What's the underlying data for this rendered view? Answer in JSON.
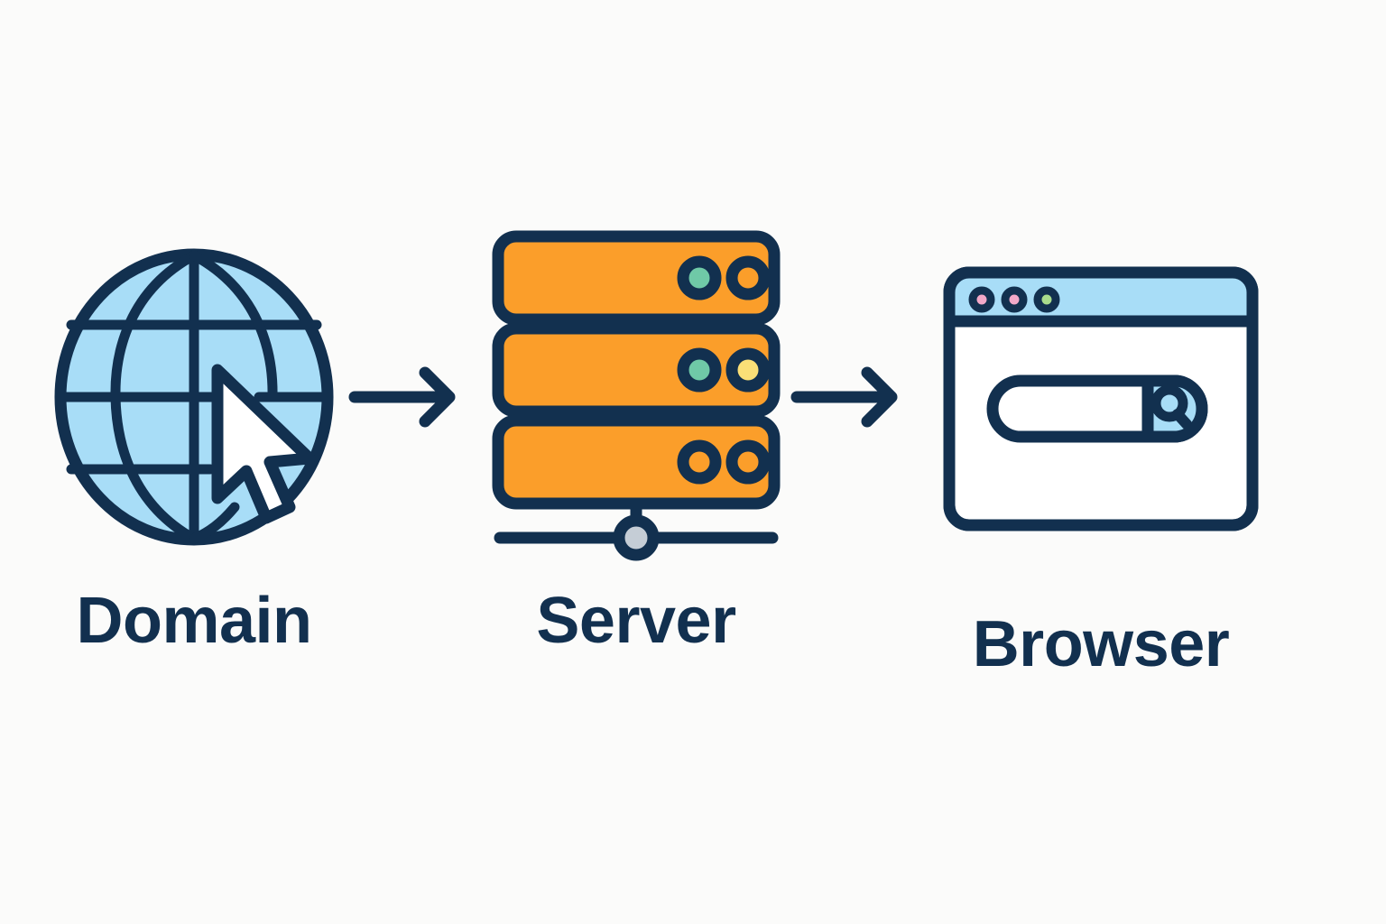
{
  "page": {
    "background_color": "#fbfbfa",
    "title": "Domain to Server to Browser flow"
  },
  "palette": {
    "ink": "#12304f",
    "light_blue": "#a8ddf7",
    "orange": "#fb9e2a",
    "gray": "#c5cdd6",
    "green_led": "#6fc9a7",
    "yellow_led": "#fadf77",
    "pink_dot": "#f2a8c8",
    "green_dot": "#a9dc8c",
    "white": "#ffffff"
  },
  "flow": {
    "steps": [
      {
        "id": "domain",
        "label": "Domain",
        "icon": "globe-cursor-icon",
        "icon_parts": [
          "globe-sphere",
          "latitude-lines",
          "longitude-lines",
          "mouse-cursor"
        ]
      },
      {
        "id": "server",
        "label": "Server",
        "icon": "server-rack-icon",
        "units": [
          {
            "index": 1,
            "leds": [
              "green",
              "off"
            ]
          },
          {
            "index": 2,
            "leds": [
              "green",
              "yellow"
            ]
          },
          {
            "index": 3,
            "leds": [
              "off",
              "off"
            ]
          }
        ],
        "icon_parts": [
          "rack-unit-top",
          "rack-unit-middle",
          "rack-unit-bottom",
          "connector-bar",
          "network-line",
          "network-node"
        ]
      },
      {
        "id": "browser",
        "label": "Browser",
        "icon": "browser-window-icon",
        "titlebar_dots": [
          "pink",
          "pink",
          "green"
        ],
        "search_bar": {
          "value": "",
          "placeholder": "",
          "button_icon": "magnifier-icon"
        },
        "icon_parts": [
          "window-frame",
          "title-bar",
          "traffic-light-dots",
          "search-field",
          "search-button"
        ]
      }
    ],
    "connectors": [
      {
        "id": "arrow-domain-to-server",
        "from": "domain",
        "to": "server",
        "icon": "arrow-right-icon"
      },
      {
        "id": "arrow-server-to-browser",
        "from": "server",
        "to": "browser",
        "icon": "arrow-right-icon"
      }
    ]
  }
}
